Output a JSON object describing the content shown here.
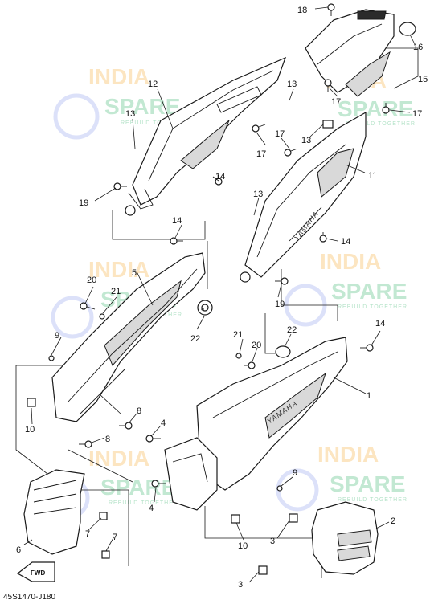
{
  "diagram": {
    "code": "45S1470-J180",
    "fwd_label": "FWD",
    "brand_label": "YAMAHA",
    "watermark": {
      "line1": "INDIA",
      "line2": "SPARE",
      "tagline": "REBUILD TOGETHER"
    },
    "callouts": [
      {
        "id": "c18",
        "label": "18"
      },
      {
        "id": "c16",
        "label": "16"
      },
      {
        "id": "c15",
        "label": "15"
      },
      {
        "id": "c12",
        "label": "12"
      },
      {
        "id": "c13a",
        "label": "13"
      },
      {
        "id": "c13b",
        "label": "13"
      },
      {
        "id": "c13c",
        "label": "13"
      },
      {
        "id": "c13d",
        "label": "13"
      },
      {
        "id": "c17a",
        "label": "17"
      },
      {
        "id": "c17b",
        "label": "17"
      },
      {
        "id": "c17c",
        "label": "17"
      },
      {
        "id": "c17d",
        "label": "17"
      },
      {
        "id": "c14a",
        "label": "14"
      },
      {
        "id": "c14b",
        "label": "14"
      },
      {
        "id": "c14c",
        "label": "14"
      },
      {
        "id": "c14d",
        "label": "14"
      },
      {
        "id": "c19a",
        "label": "19"
      },
      {
        "id": "c19b",
        "label": "19"
      },
      {
        "id": "c11",
        "label": "11"
      },
      {
        "id": "c5",
        "label": "5"
      },
      {
        "id": "c20a",
        "label": "20"
      },
      {
        "id": "c20b",
        "label": "20"
      },
      {
        "id": "c21a",
        "label": "21"
      },
      {
        "id": "c21b",
        "label": "21"
      },
      {
        "id": "c22a",
        "label": "22"
      },
      {
        "id": "c22b",
        "label": "22"
      },
      {
        "id": "c9a",
        "label": "9"
      },
      {
        "id": "c9b",
        "label": "9"
      },
      {
        "id": "c1",
        "label": "1"
      },
      {
        "id": "c10a",
        "label": "10"
      },
      {
        "id": "c10b",
        "label": "10"
      },
      {
        "id": "c8a",
        "label": "8"
      },
      {
        "id": "c8b",
        "label": "8"
      },
      {
        "id": "c4a",
        "label": "4"
      },
      {
        "id": "c4b",
        "label": "4"
      },
      {
        "id": "c7a",
        "label": "7"
      },
      {
        "id": "c7b",
        "label": "7"
      },
      {
        "id": "c6",
        "label": "6"
      },
      {
        "id": "c3a",
        "label": "3"
      },
      {
        "id": "c3b",
        "label": "3"
      },
      {
        "id": "c2",
        "label": "2"
      }
    ]
  }
}
